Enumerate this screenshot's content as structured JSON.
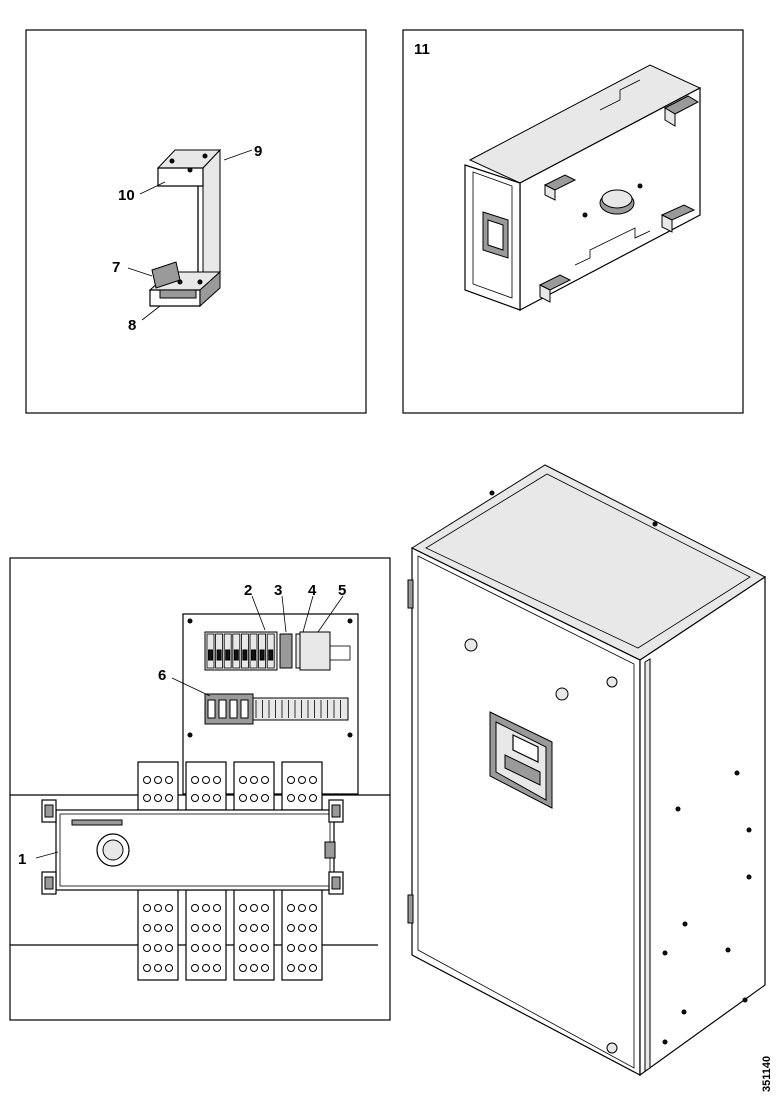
{
  "figure": {
    "code": "351140",
    "callouts": {
      "c1": "1",
      "c2": "2",
      "c3": "3",
      "c4": "4",
      "c5": "5",
      "c6": "6",
      "c7": "7",
      "c8": "8",
      "c9": "9",
      "c10": "10",
      "c11": "11"
    }
  }
}
